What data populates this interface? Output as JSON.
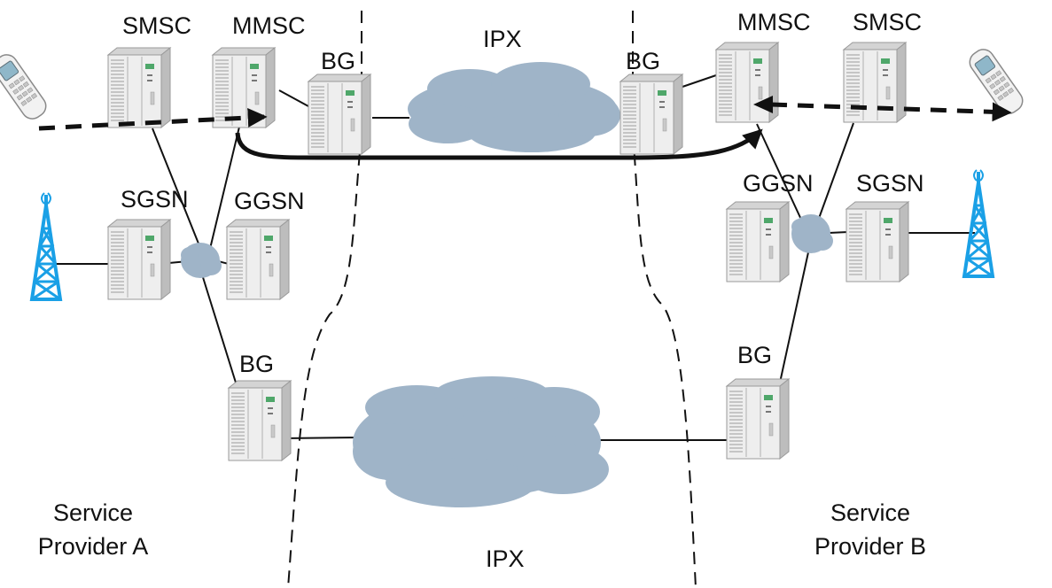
{
  "labels": {
    "smsc_a": "SMSC",
    "mmsc_a": "MMSC",
    "bg_top_a": "BG",
    "ipx_top": "IPX",
    "bg_top_b": "BG",
    "mmsc_b": "MMSC",
    "smsc_b": "SMSC",
    "sgsn_a": "SGSN",
    "ggsn_a": "GGSN",
    "ggsn_b": "GGSN",
    "sgsn_b": "SGSN",
    "bg_bottom_a": "BG",
    "bg_bottom_b": "BG",
    "ipx_bottom": "IPX",
    "provider_a_line1": "Service",
    "provider_a_line2": "Provider A",
    "provider_b_line1": "Service",
    "provider_b_line2": "Provider B"
  },
  "colors": {
    "cloud": "#9fb4c8",
    "server_body": "#e8e8e8",
    "server_side": "#c8c8c8",
    "tower": "#1aa0e6",
    "line": "#111111"
  },
  "icons": {
    "phone": "mobile-phone-icon",
    "tower": "cell-tower-icon",
    "server": "server-icon",
    "cloud": "cloud-icon"
  }
}
